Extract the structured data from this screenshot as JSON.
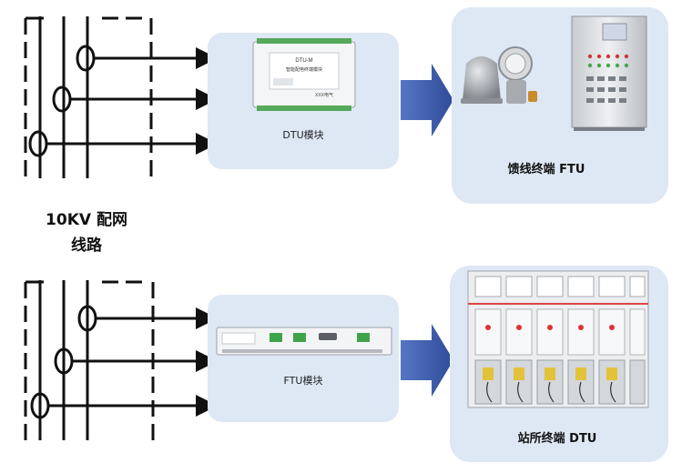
{
  "line_label": [
    "10KV 配网",
    "线路"
  ],
  "top": {
    "module_label": "DTU模块",
    "terminal_label": "馈线终端 FTU",
    "device_text": {
      "model": "DTU-M",
      "name": "智能配电终端模块",
      "brand": "XXX电气"
    }
  },
  "bottom": {
    "module_label": "FTU模块",
    "terminal_label": "站所终端 DTU"
  },
  "colors": {
    "panel_fill": "#dde8f4",
    "arrow_fill": "#3f5fb0",
    "line_color": "#111111"
  }
}
